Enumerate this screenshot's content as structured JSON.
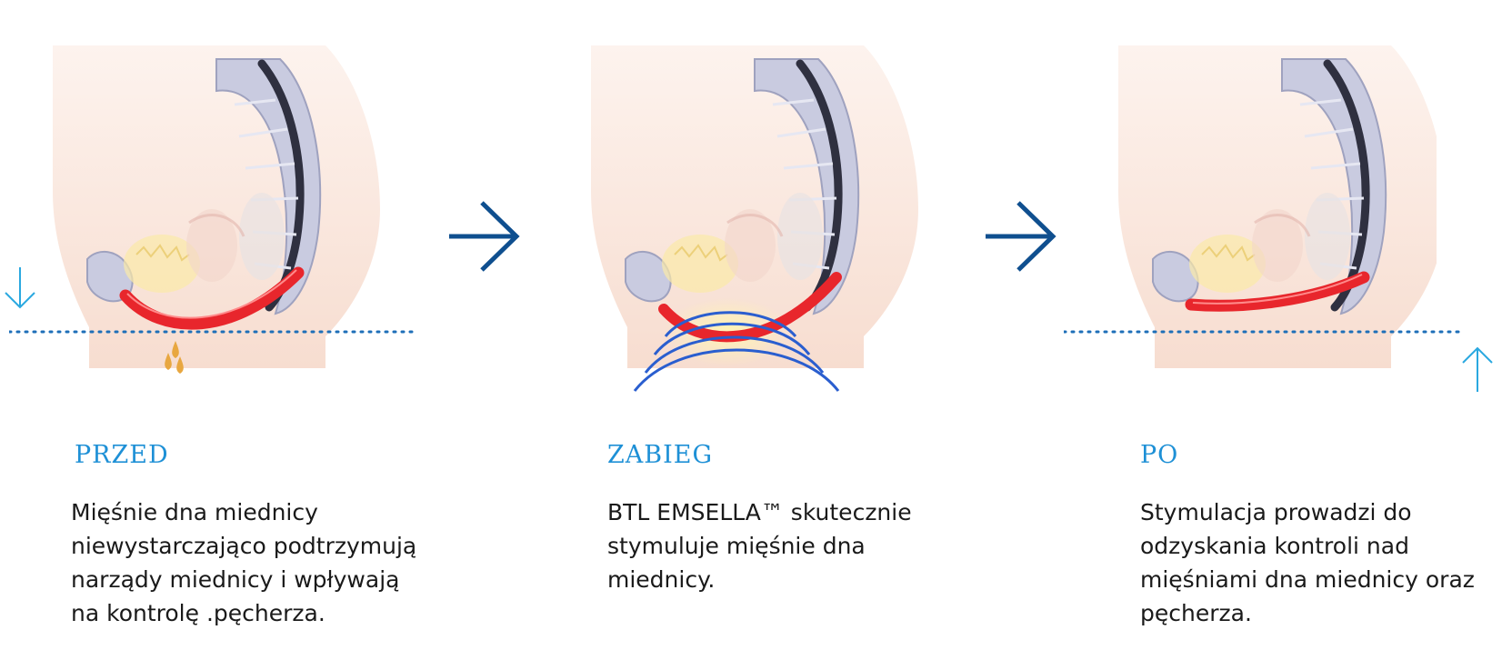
{
  "stages": [
    {
      "heading": "PRZED",
      "description": "Mięśnie dna miednicy\nniewystarczająco podtrzymują\nnarządy miednicy i wpływają\nna kontrolę .pęcherza."
    },
    {
      "heading": "ZABIEG",
      "description": "BTL EMSELLA™ skutecznie\nstymuluje mięśnie dna\nmiednicy."
    },
    {
      "heading": "PO",
      "description": "Stymulacja prowadzi do\nodzyskania kontroli nad\nmięśniami dna miednicy oraz\npęcherza."
    }
  ],
  "colors": {
    "heading": "#1e90d6",
    "arrow": "#0f4f8f",
    "muscle": "#e8262c",
    "wave": "#2a5ecf",
    "bone": "#c9cbe0",
    "skin": "#fbe9df",
    "dots": "#1e6fb8",
    "indicator": "#2aa8e0"
  },
  "icons": [
    "arrow-right-icon",
    "arrow-down-icon",
    "arrow-up-icon"
  ]
}
